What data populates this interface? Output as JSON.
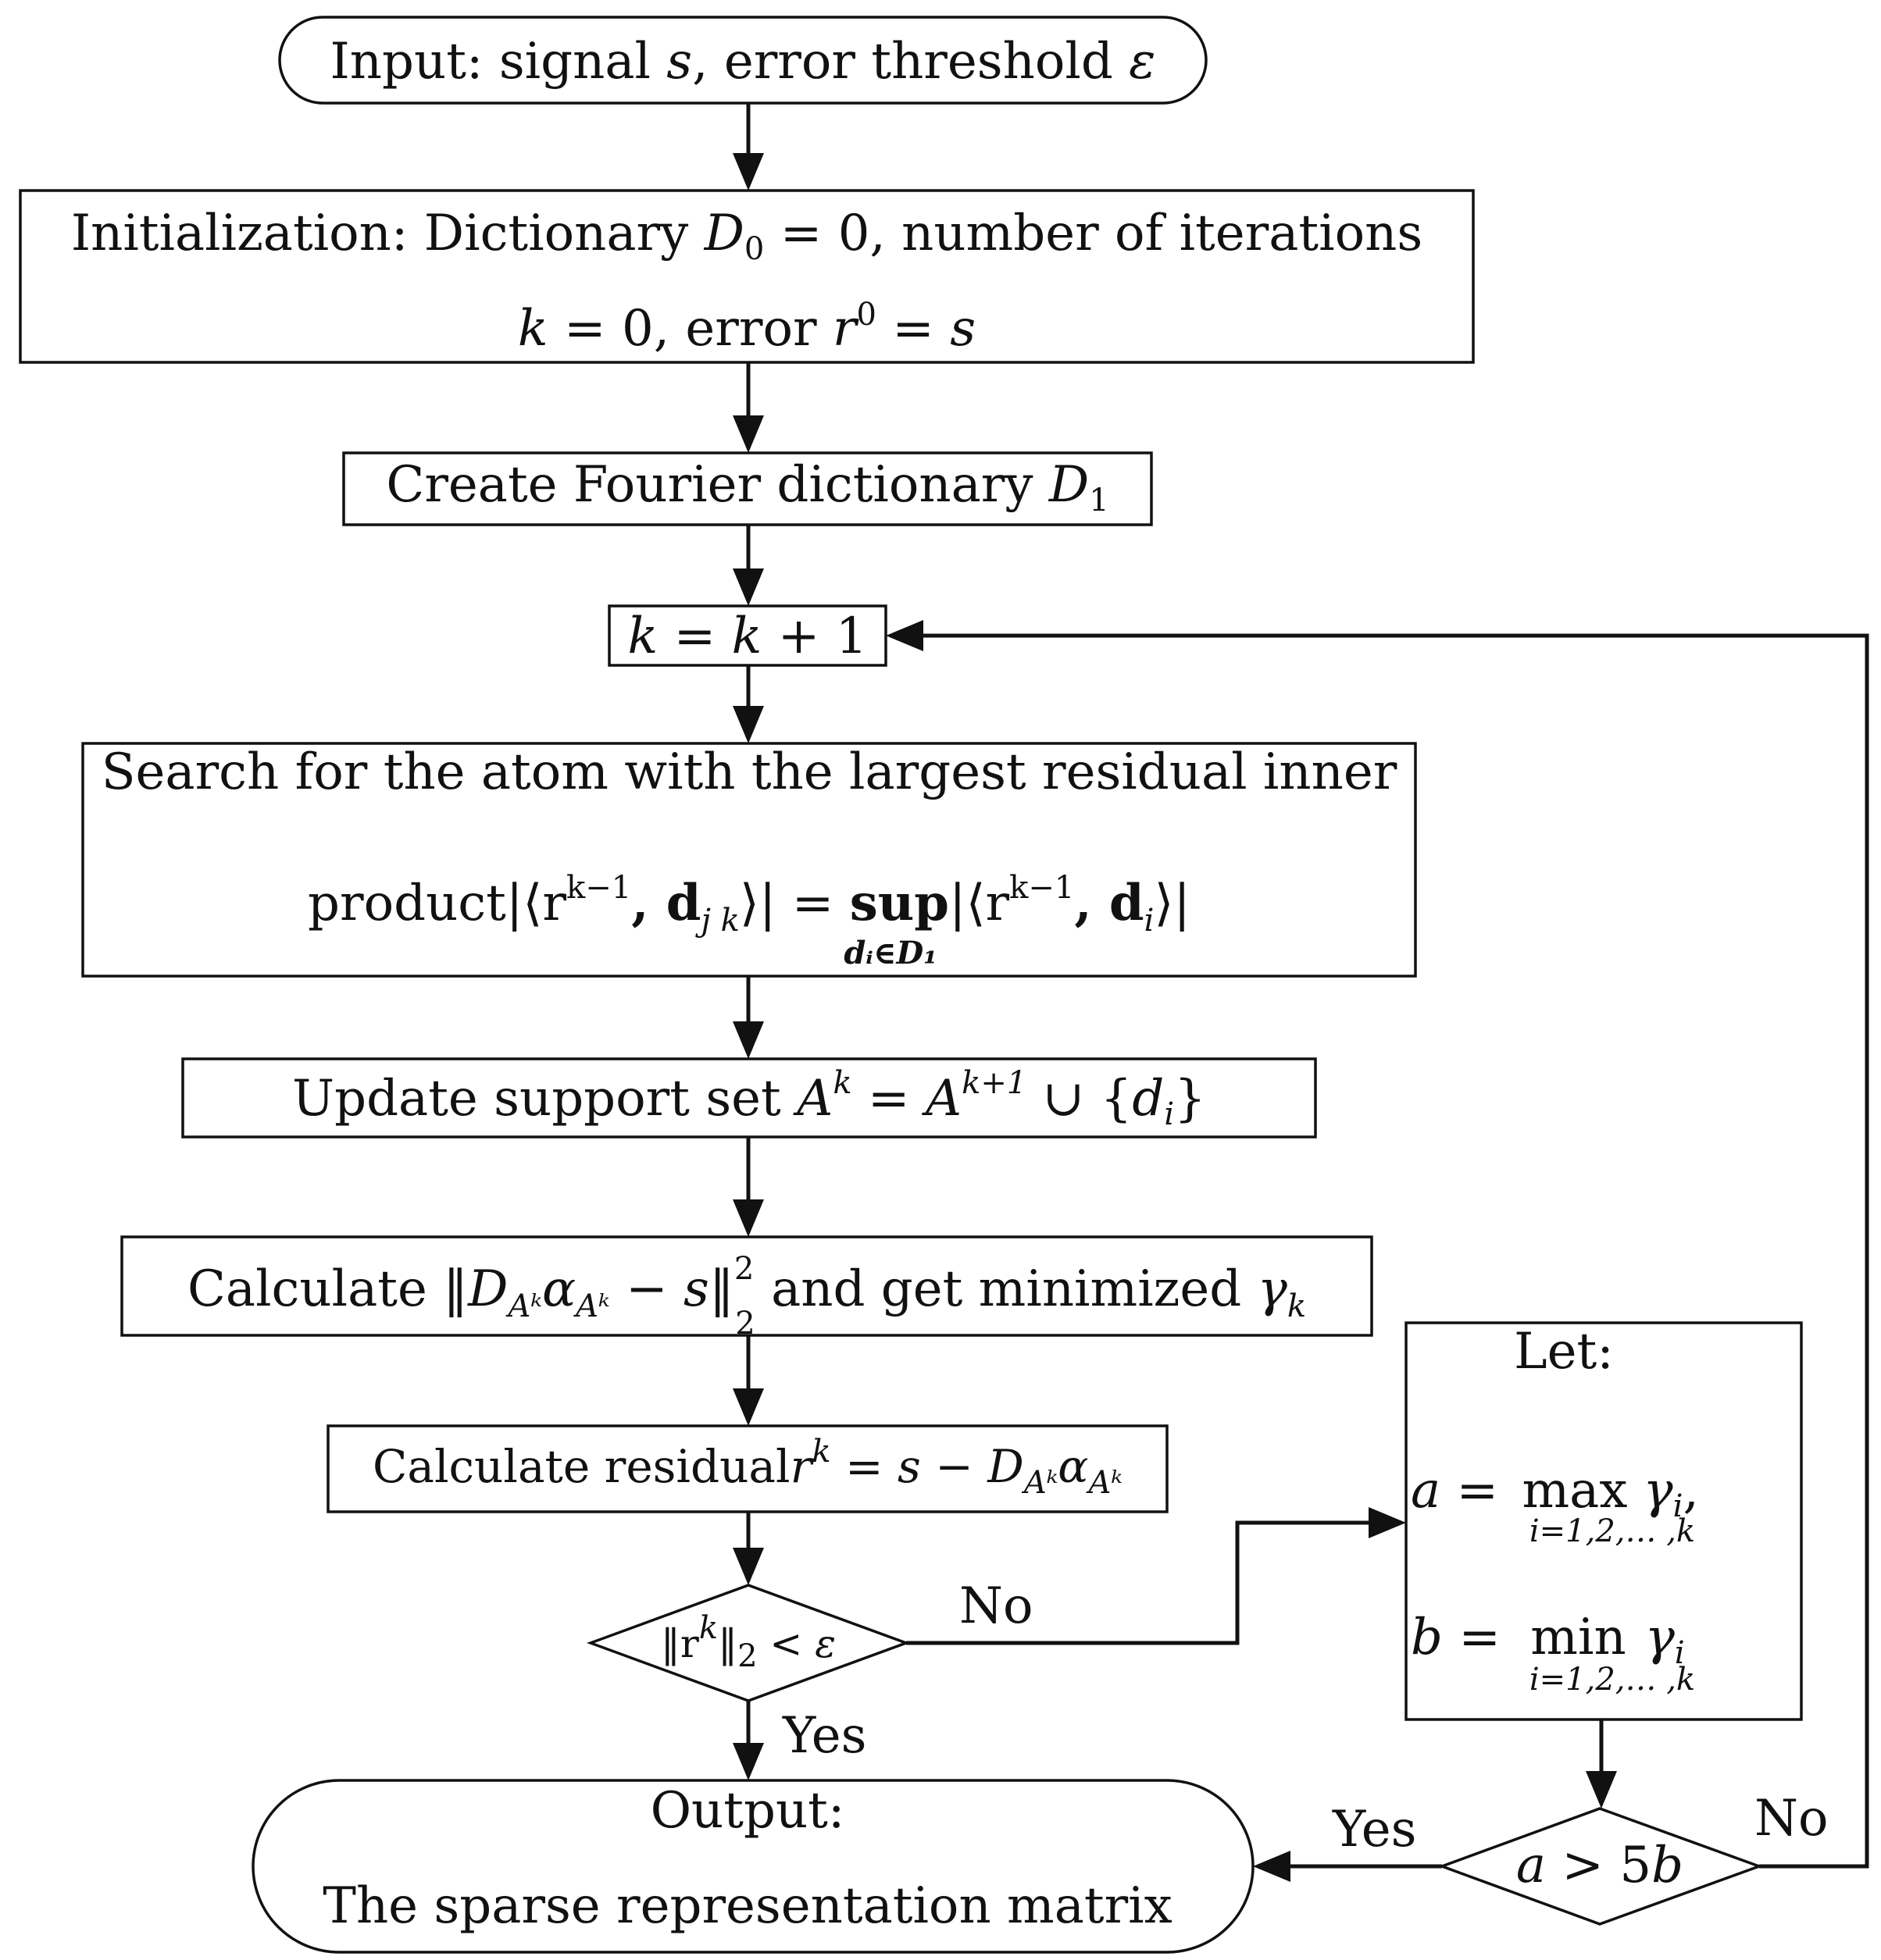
{
  "nodes": {
    "input": {
      "label": "Input: signal ",
      "var_s": "s",
      "mid": ", error threshold ",
      "var_eps": "ε"
    },
    "init": {
      "line1_prefix": "Initialization: Dictionary  ",
      "D": "D",
      "D_sub": "0",
      "line1_eq": " = 0, number of iterations",
      "k": "k",
      "line2_eq": " = 0, error  ",
      "r": "r",
      "r_sup": "0",
      "line2_eq2": " = ",
      "s": "s"
    },
    "fourier": {
      "label": "Create Fourier dictionary  ",
      "D": "D",
      "D_sub": "1"
    },
    "increment": {
      "k1": "k",
      "eq": " = ",
      "k2": "k",
      "rest": " + 1"
    },
    "search": {
      "line1": "Search for the atom with the largest residual inner",
      "product": "product",
      "lhs": "|⟨r",
      "lhs_sup": "k−1",
      "lhs_mid": ", d",
      "lhs_sub": "j k",
      "lhs_end": "⟩|",
      "eq": " = ",
      "sup": "sup",
      "sup_sub": "dᵢ∈D₁",
      "rhs": "|⟨r",
      "rhs_sup": "k−1",
      "rhs_mid": ", d",
      "rhs_sub": "i",
      "rhs_end": "⟩|"
    },
    "update": {
      "label": "Update support set  ",
      "A1": "A",
      "A1_sup": "k",
      "eq": " = ",
      "A2": "A",
      "A2_sup": "k+1",
      "union": " ∪ {",
      "d": "d",
      "d_sub": "i",
      "close": "}"
    },
    "calc1": {
      "label": "Calculate  ",
      "norm_open": "‖",
      "D": "D",
      "D_sub": "Aᵏ",
      "alpha": "α",
      "alpha_sub": "Aᵏ",
      "minus": " − ",
      "s": "s",
      "norm_close": "‖",
      "sup": "2",
      "sub": "2",
      "mid": "  and get minimized  ",
      "gamma": "γ",
      "gamma_sub": "k"
    },
    "calc2": {
      "label": "Calculate residual",
      "r": "r",
      "r_sup": "k",
      "eq": " = ",
      "s": "s",
      "minus": " − ",
      "D": "D",
      "D_sub": "Aᵏ",
      "alpha": "α",
      "alpha_sub": "Aᵏ"
    },
    "cond1": {
      "norm": "‖r",
      "sup": "k",
      "close": "‖",
      "sub": "2",
      "lt": " < ",
      "eps": "ε"
    },
    "let": {
      "title": "Let:",
      "a": "a",
      "eq": " = ",
      "max": "max",
      "max_sub": "i=1,2,… ,k",
      "gamma": "γ",
      "gamma_sub": "i",
      "comma": ",",
      "b": "b",
      "min": "min",
      "min_sub": "i=1,2,… ,k"
    },
    "cond2": {
      "a": "a",
      "gt": " > 5",
      "b": "b"
    },
    "output": {
      "line1": "Output:",
      "line2": "The sparse representation matrix"
    }
  },
  "edges": {
    "cond1_no": "No",
    "cond1_yes": "Yes",
    "cond2_yes": "Yes",
    "cond2_no": "No"
  }
}
